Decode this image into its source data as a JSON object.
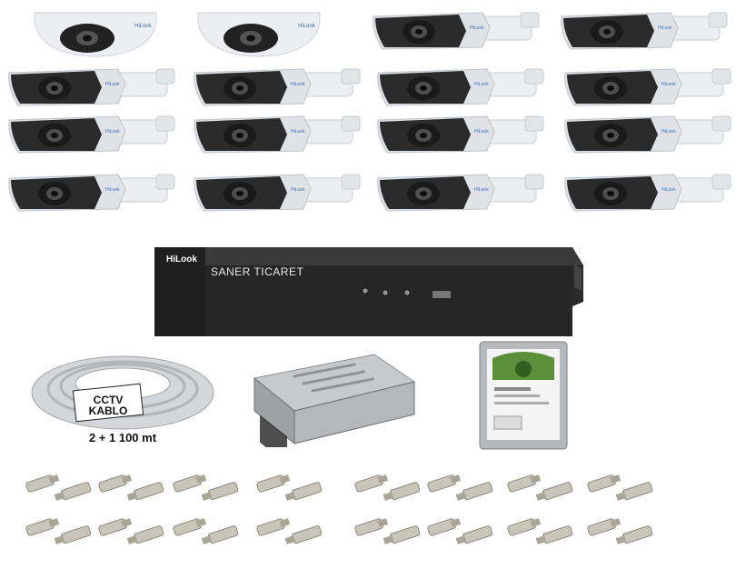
{
  "product": {
    "dvr_brand": "HiLook",
    "watermark": "SANER TICARET",
    "cable_label_line1": "CCTV",
    "cable_label_line2": "KABLO",
    "cable_caption": "2 + 1 100 mt"
  },
  "items": {
    "dome_cameras": 2,
    "bullet_cameras": 14,
    "dvr_units": 1,
    "power_supply_units": 1,
    "hard_drives": 1,
    "connector_pairs": 16
  },
  "colors": {
    "camera_body": "#e9ebee",
    "camera_front": "#2b2b2b",
    "dvr_body": "#2a2a2a",
    "cable": "#c8ccd0",
    "psu": "#b9bcc0",
    "hdd_label": "#f4f4f4"
  }
}
